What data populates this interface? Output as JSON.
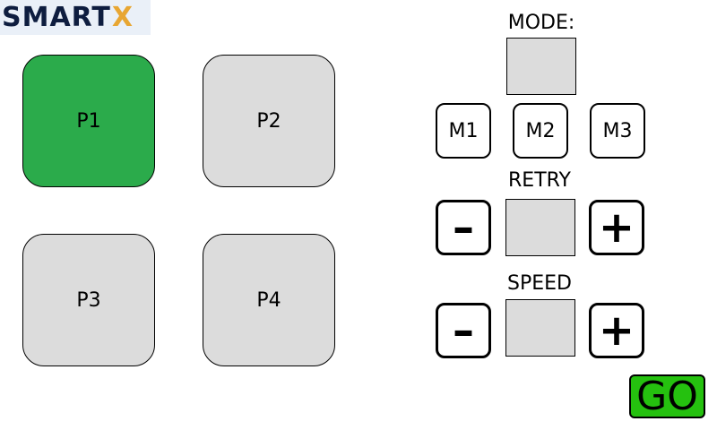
{
  "logo": {
    "text": "SMART",
    "mark": "X"
  },
  "presets": [
    {
      "label": "P1",
      "active": true
    },
    {
      "label": "P2",
      "active": false
    },
    {
      "label": "P3",
      "active": false
    },
    {
      "label": "P4",
      "active": false
    }
  ],
  "mode": {
    "label": "MODE:",
    "value": "",
    "buttons": [
      "M1",
      "M2",
      "M3"
    ]
  },
  "retry": {
    "label": "RETRY",
    "value": "",
    "minus_icon": "minus-icon",
    "plus_icon": "plus-icon"
  },
  "speed": {
    "label": "SPEED",
    "value": "",
    "minus_icon": "minus-icon",
    "plus_icon": "plus-icon"
  },
  "go": {
    "label": "GO"
  },
  "colors": {
    "active_preset": "#2bab4b",
    "inactive_preset": "#dcdcdc",
    "go_button": "#25c10f",
    "logo_text": "#0e1d3f",
    "logo_accent": "#e8a632"
  }
}
